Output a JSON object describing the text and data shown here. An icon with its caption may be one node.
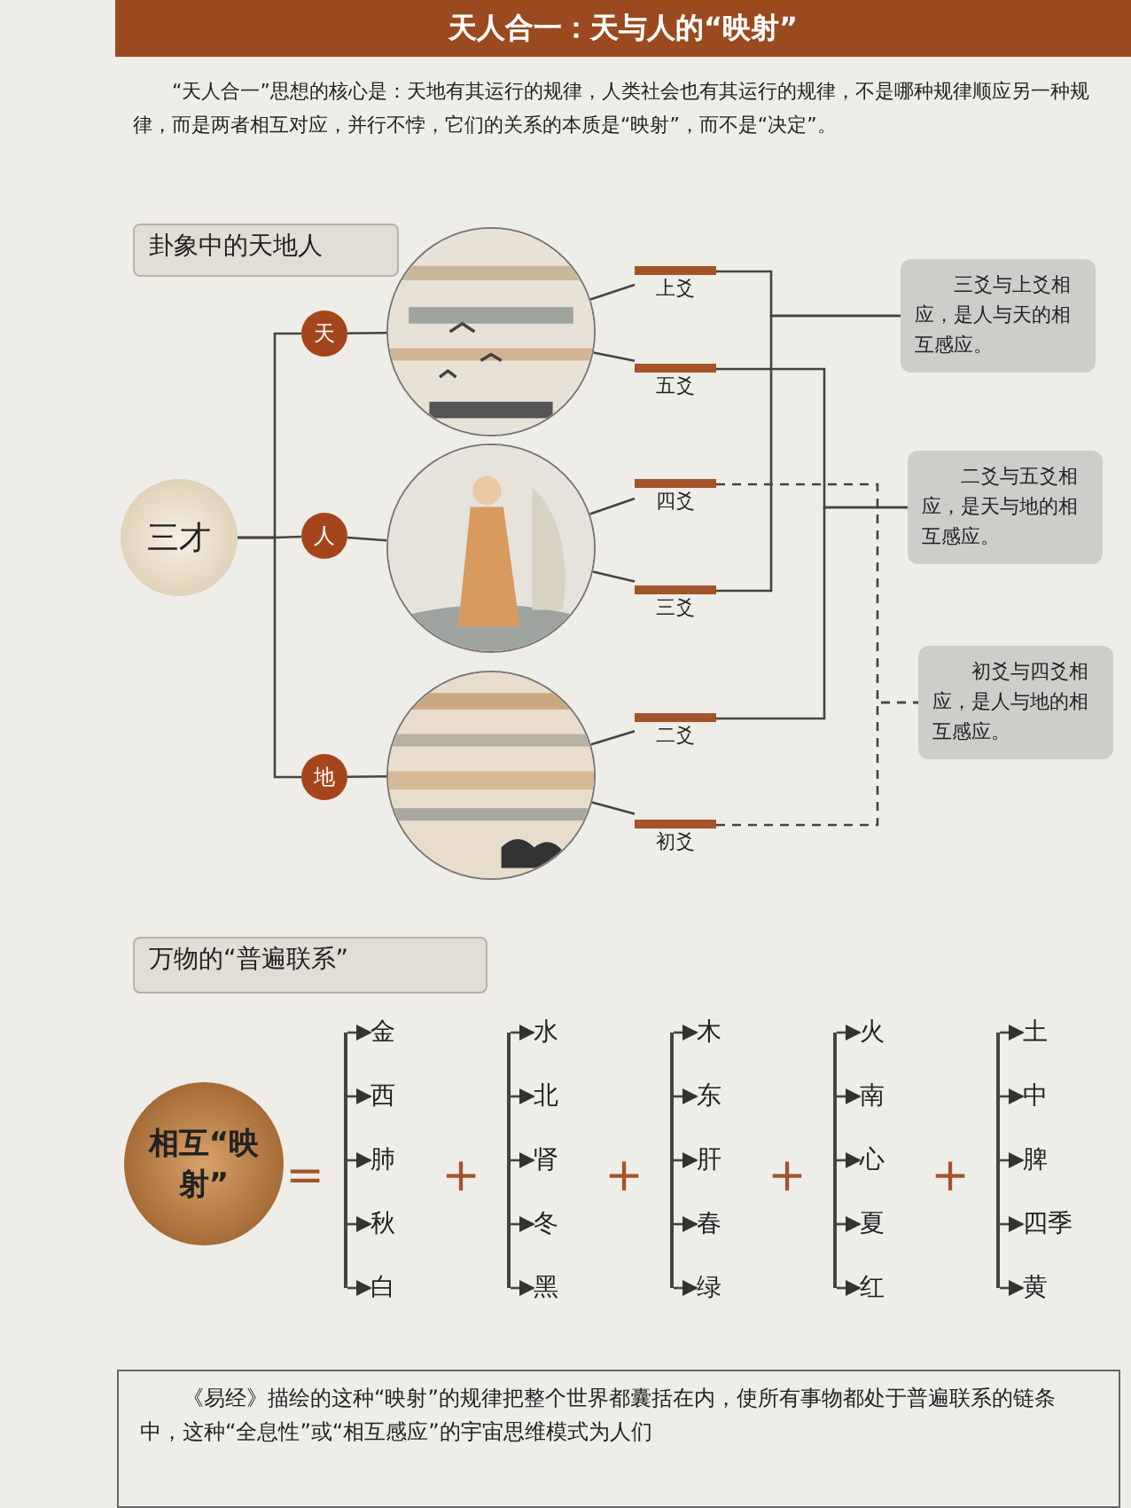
{
  "diagram": {
    "title": "天人合一：天与人的“映射”",
    "nodes": [
      {
        "text": [
          "三才"
        ]
      },
      {
        "text": [
          "天"
        ]
      },
      {
        "text": [
          "人"
        ]
      },
      {
        "text": [
          "地"
        ]
      },
      {
        "text": [],
        "shape": "picture"
      },
      {
        "text": [],
        "shape": "picture"
      },
      {
        "text": [],
        "shape": "picture"
      },
      {
        "text": [
          "上爻"
        ]
      },
      {
        "text": [
          "五爻"
        ]
      },
      {
        "text": [
          "四爻"
        ]
      },
      {
        "text": [
          "三爻"
        ]
      },
      {
        "text": [
          "二爻"
        ]
      },
      {
        "text": [
          "初爻"
        ]
      },
      {
        "text": [
          "三爻与上爻相应，是人与天的相互感应。"
        ]
      },
      {
        "text": [
          "二爻与五爻相应，是天与地的相互感应。"
        ]
      },
      {
        "text": [
          "初爻与四爻相应，是人与地的相互感应。"
        ]
      },
      {
        "text": [
          "卦象中的天地人"
        ]
      },
      {
        "text": [
          "万物的“普遍联系”"
        ]
      },
      {
        "text": [
          "相互“映射”"
        ]
      },
      {
        "text": [
          "金"
        ]
      },
      {
        "text": [
          "西"
        ]
      },
      {
        "text": [
          "肺"
        ]
      },
      {
        "text": [
          "秋"
        ]
      },
      {
        "text": [
          "白"
        ]
      },
      {
        "text": [
          "水"
        ]
      },
      {
        "text": [
          "北"
        ]
      },
      {
        "text": [
          "肾"
        ]
      },
      {
        "text": [
          "冬"
        ]
      },
      {
        "text": [
          "黑"
        ]
      },
      {
        "text": [
          "木"
        ]
      },
      {
        "text": [
          "东"
        ]
      },
      {
        "text": [
          "肝"
        ]
      },
      {
        "text": [
          "春"
        ]
      },
      {
        "text": [
          "绿"
        ]
      },
      {
        "text": [
          "火"
        ]
      },
      {
        "text": [
          "南"
        ]
      },
      {
        "text": [
          "心"
        ]
      },
      {
        "text": [
          "夏"
        ]
      },
      {
        "text": [
          "红"
        ]
      },
      {
        "text": [
          "土"
        ]
      },
      {
        "text": [
          "中"
        ]
      },
      {
        "text": [
          "脾"
        ]
      },
      {
        "text": [
          "四季"
        ]
      },
      {
        "text": [
          "黄"
        ]
      },
      {
        "text": [],
        "shape": "bar"
      },
      {
        "text": [],
        "shape": "bar"
      },
      {
        "text": [],
        "shape": "bar"
      },
      {
        "text": [],
        "shape": "bar"
      },
      {
        "text": [],
        "shape": "bar"
      },
      {
        "text": [
          "《易经》描绘的这种“映射”的规律把整个世界都囊括在内，使所有事物都处于普遍联系的链条中，这种“全息性”或“相互感应”的宇宙思维模式为人们"
        ]
      }
    ],
    "edges": [
      {
        "from": 0,
        "to": 1,
        "arrow": "none"
      },
      {
        "from": 0,
        "to": 2,
        "arrow": "none"
      },
      {
        "from": 0,
        "to": 3,
        "arrow": "none"
      },
      {
        "from": 1,
        "to": 4,
        "arrow": "none"
      },
      {
        "from": 2,
        "to": 5,
        "arrow": "none"
      },
      {
        "from": 3,
        "to": 6,
        "arrow": "none"
      },
      {
        "from": 4,
        "to": 7,
        "arrow": "none"
      },
      {
        "from": 4,
        "to": 8,
        "arrow": "none"
      },
      {
        "from": 5,
        "to": 9,
        "arrow": "none"
      },
      {
        "from": 5,
        "to": 10,
        "arrow": "none"
      },
      {
        "from": 6,
        "to": 11,
        "arrow": "none"
      },
      {
        "from": 6,
        "to": 12,
        "arrow": "none"
      },
      {
        "from": 7,
        "to": 13,
        "arrow": "none"
      },
      {
        "from": 10,
        "to": 13,
        "arrow": "none"
      },
      {
        "from": 8,
        "to": 14,
        "arrow": "none"
      },
      {
        "from": 11,
        "to": 14,
        "arrow": "none"
      },
      {
        "from": 9,
        "to": 15,
        "arrow": "none",
        "style": "dashed"
      },
      {
        "from": 12,
        "to": 15,
        "arrow": "none",
        "style": "dashed"
      },
      {
        "from": 44,
        "to": 19,
        "arrow": "to"
      },
      {
        "from": 44,
        "to": 20,
        "arrow": "to"
      },
      {
        "from": 44,
        "to": 21,
        "arrow": "to"
      },
      {
        "from": 44,
        "to": 22,
        "arrow": "to"
      },
      {
        "from": 44,
        "to": 23,
        "arrow": "to"
      },
      {
        "from": 45,
        "to": 24,
        "arrow": "to"
      },
      {
        "from": 45,
        "to": 25,
        "arrow": "to"
      },
      {
        "from": 45,
        "to": 26,
        "arrow": "to"
      },
      {
        "from": 45,
        "to": 27,
        "arrow": "to"
      },
      {
        "from": 45,
        "to": 28,
        "arrow": "to"
      },
      {
        "from": 46,
        "to": 29,
        "arrow": "to"
      },
      {
        "from": 46,
        "to": 30,
        "arrow": "to"
      },
      {
        "from": 46,
        "to": 31,
        "arrow": "to"
      },
      {
        "from": 46,
        "to": 32,
        "arrow": "to"
      },
      {
        "from": 46,
        "to": 33,
        "arrow": "to"
      },
      {
        "from": 47,
        "to": 34,
        "arrow": "to"
      },
      {
        "from": 47,
        "to": 35,
        "arrow": "to"
      },
      {
        "from": 47,
        "to": 36,
        "arrow": "to"
      },
      {
        "from": 47,
        "to": 37,
        "arrow": "to"
      },
      {
        "from": 47,
        "to": 38,
        "arrow": "to"
      },
      {
        "from": 48,
        "to": 39,
        "arrow": "to"
      },
      {
        "from": 48,
        "to": 40,
        "arrow": "to"
      },
      {
        "from": 48,
        "to": 41,
        "arrow": "to"
      },
      {
        "from": 48,
        "to": 42,
        "arrow": "to"
      },
      {
        "from": 48,
        "to": 43,
        "arrow": "to"
      }
    ],
    "labels": [
      "“天人合一”思想的核心是：天地有其运行的规律，人类社会也有其运行的规律，不是哪种规律顺应另一种规律，而是两者相互对应，并行不悖，它们的关系的本质是“映射”，而不是“决定”。",
      "=",
      "+",
      "+",
      "+",
      "+"
    ]
  }
}
